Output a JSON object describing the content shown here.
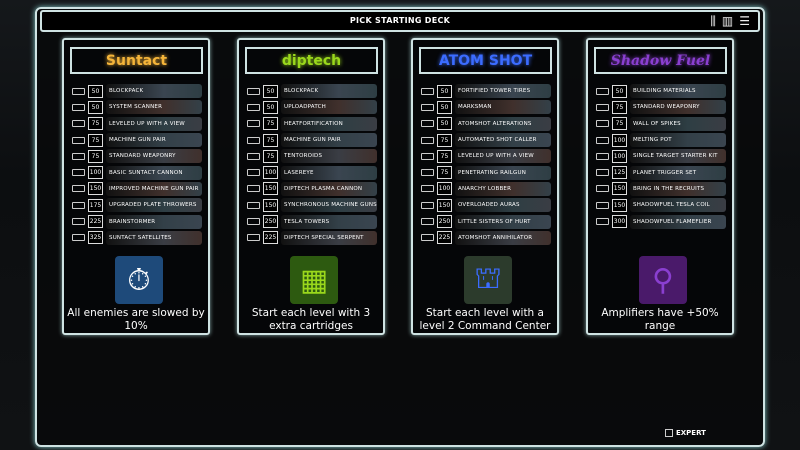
{
  "header": {
    "title": "PICK STARTING DECK",
    "icons": [
      "sliders-icon",
      "map-icon",
      "menu-icon"
    ]
  },
  "decks": [
    {
      "name": "Suntact",
      "color": "#f5b53a",
      "description": "All enemies are slowed by 10%",
      "icon": "stopwatch-icon",
      "cards": [
        {
          "cost": "50",
          "name": "Blockpack"
        },
        {
          "cost": "50",
          "name": "System Scanner"
        },
        {
          "cost": "75",
          "name": "Leveled Up with a View"
        },
        {
          "cost": "75",
          "name": "Machine Gun Pair"
        },
        {
          "cost": "75",
          "name": "Standard Weaponry"
        },
        {
          "cost": "100",
          "name": "Basic Suntact Cannon"
        },
        {
          "cost": "150",
          "name": "Improved Machine Gun Pair"
        },
        {
          "cost": "175",
          "name": "Upgraded Plate Throwers"
        },
        {
          "cost": "225",
          "name": "Brainstormer"
        },
        {
          "cost": "325",
          "name": "Suntact Satellites"
        }
      ]
    },
    {
      "name": "diptech",
      "color": "#9ad81c",
      "description": "Start each level with 3 extra cartridges",
      "icon": "cartridge-icon",
      "cards": [
        {
          "cost": "50",
          "name": "Blockpack"
        },
        {
          "cost": "50",
          "name": "Uploadpatch"
        },
        {
          "cost": "75",
          "name": "Heatfortification"
        },
        {
          "cost": "75",
          "name": "Machine Gun Pair"
        },
        {
          "cost": "75",
          "name": "Tentoroids"
        },
        {
          "cost": "100",
          "name": "Lasereye"
        },
        {
          "cost": "150",
          "name": "Diptech Plasma Cannon"
        },
        {
          "cost": "150",
          "name": "Synchronous Machine Guns"
        },
        {
          "cost": "250",
          "name": "Tesla Towers"
        },
        {
          "cost": "225",
          "name": "Diptech Special Serpent"
        }
      ]
    },
    {
      "name": "ATOM SHOT",
      "color": "#3b6cff",
      "description": "Start each level with a level 2 Command Center",
      "icon": "command-center-icon",
      "cards": [
        {
          "cost": "50",
          "name": "Fortified Tower Tires"
        },
        {
          "cost": "50",
          "name": "Marksman"
        },
        {
          "cost": "50",
          "name": "Atomshot Alterations"
        },
        {
          "cost": "75",
          "name": "Automated Shot Caller"
        },
        {
          "cost": "75",
          "name": "Leveled Up with a View"
        },
        {
          "cost": "75",
          "name": "Penetrating Railgun"
        },
        {
          "cost": "100",
          "name": "Anarchy Lobber"
        },
        {
          "cost": "150",
          "name": "Overloaded Auras"
        },
        {
          "cost": "250",
          "name": "Little Sisters of Hurt"
        },
        {
          "cost": "225",
          "name": "Atomshot Annihilator"
        }
      ]
    },
    {
      "name": "Shadow Fuel",
      "color": "#8a3fd0",
      "description": "Amplifiers have +50% range",
      "icon": "amplifier-icon",
      "cards": [
        {
          "cost": "50",
          "name": "Building Materials"
        },
        {
          "cost": "75",
          "name": "Standard Weaponry"
        },
        {
          "cost": "75",
          "name": "Wall of Spikes"
        },
        {
          "cost": "100",
          "name": "Melting Pot"
        },
        {
          "cost": "100",
          "name": "Single Target Starter Kit"
        },
        {
          "cost": "125",
          "name": "Planet Trigger Set"
        },
        {
          "cost": "150",
          "name": "Bring in the Recruits"
        },
        {
          "cost": "150",
          "name": "Shadowfuel Tesla Coil"
        },
        {
          "cost": "300",
          "name": "Shadowfuel Flameflier"
        }
      ]
    }
  ],
  "expert": {
    "label": "EXPERT"
  }
}
